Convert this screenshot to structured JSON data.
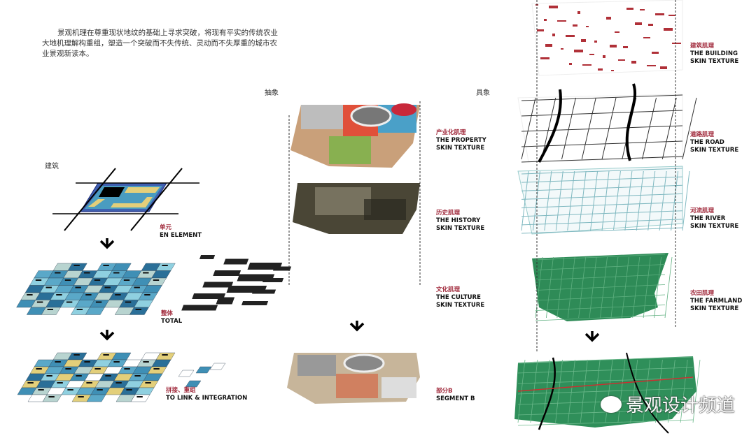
{
  "intro": "景观机理在尊重现状地纹的基础上寻求突破，将现有平实的传统农业大地机理解构重组，塑造一个突破而不失传统、灵动而不失厚重的城市农业景观新读本。",
  "headings": {
    "architecture": "建筑",
    "abstract": "抽象",
    "concrete": "具象"
  },
  "left": [
    {
      "cn": "单元",
      "en": "EN ELEMENT"
    },
    {
      "cn": "整体",
      "en": "TOTAL"
    },
    {
      "cn": "拼接、重组",
      "en": "TO LINK & INTEGRATION"
    }
  ],
  "middle": [
    {
      "cn": "产业化肌理",
      "en1": "THE PROPERTY",
      "en2": "SKIN TEXTURE"
    },
    {
      "cn": "历史肌理",
      "en1": "THE HISTORY",
      "en2": "SKIN TEXTURE"
    },
    {
      "cn": "文化肌理",
      "en1": "THE CULTURE",
      "en2": "SKIN TEXTURE"
    },
    {
      "cn": "部分B",
      "en1": "SEGMENT B",
      "en2": ""
    }
  ],
  "right": [
    {
      "cn": "建筑肌理",
      "en1": "THE BUILDING",
      "en2": "SKIN TEXTURE"
    },
    {
      "cn": "道路肌理",
      "en1": "THE ROAD",
      "en2": "SKIN TEXTURE"
    },
    {
      "cn": "河流肌理",
      "en1": "THE RIVER",
      "en2": "SKIN TEXTURE"
    },
    {
      "cn": "农田肌理",
      "en1": "THE FARMLAND",
      "en2": "SKIN TEXTURE"
    }
  ],
  "watermark": "景观设计频道",
  "colors": {
    "accent": "#a0283a",
    "farm": "#2e8b57",
    "tileBlue": "#3f8fb5",
    "tileYellow": "#e3cf7a",
    "road": "#111111"
  }
}
